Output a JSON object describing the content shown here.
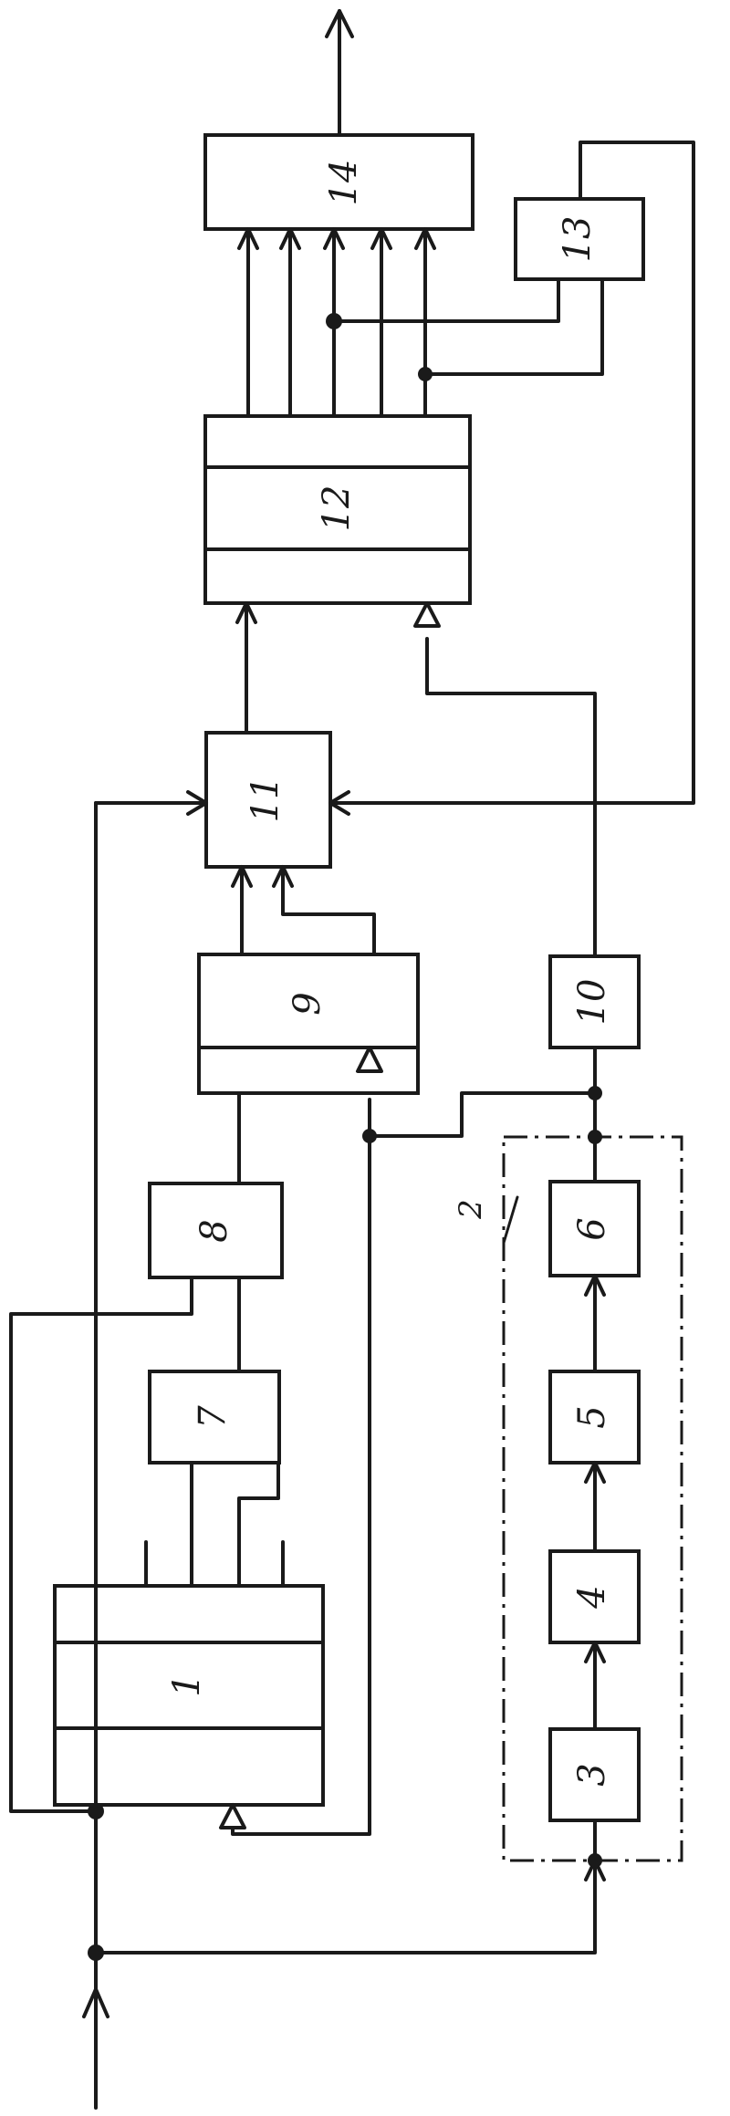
{
  "blocks": {
    "b1": "1",
    "b3": "3",
    "b4": "4",
    "b5": "5",
    "b6": "6",
    "b7": "7",
    "b8": "8",
    "b9": "9",
    "b10": "10",
    "b11": "11",
    "b12": "12",
    "b13": "13",
    "b14": "14"
  },
  "group_label": "2"
}
